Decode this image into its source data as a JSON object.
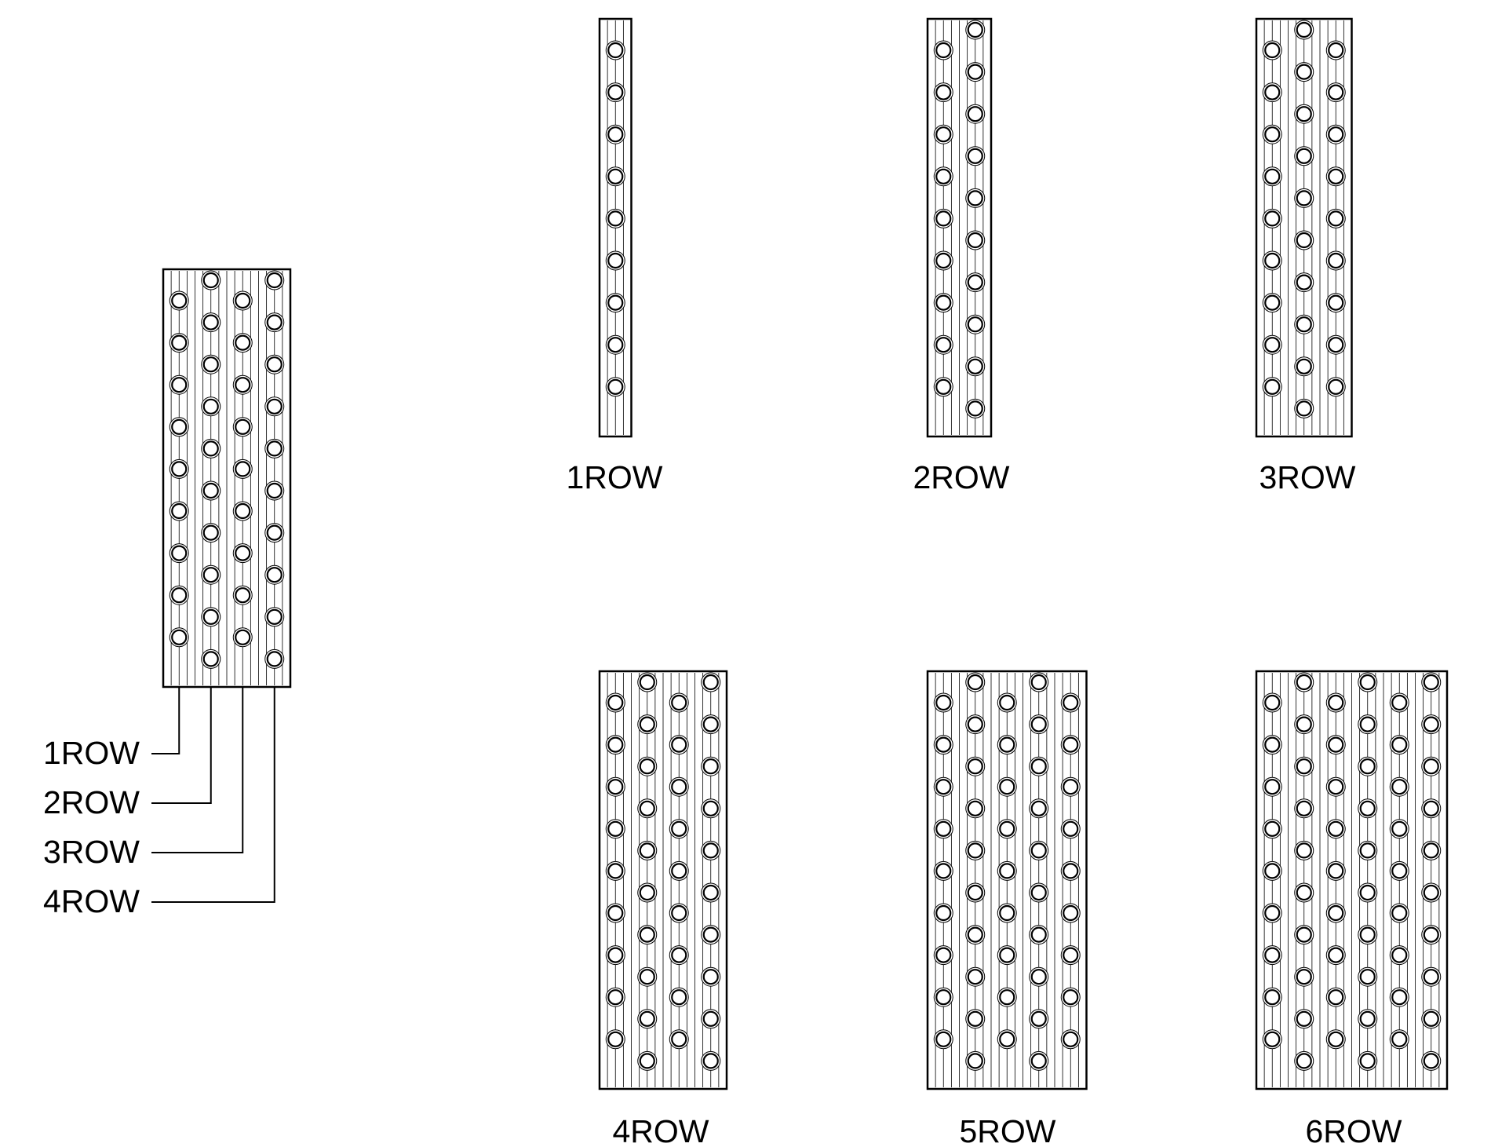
{
  "colors": {
    "stroke": "#000000",
    "background": "#ffffff"
  },
  "callout_labels": [
    "1ROW",
    "2ROW",
    "3ROW",
    "4ROW"
  ],
  "panels": [
    {
      "label": "1ROW",
      "rows": 1
    },
    {
      "label": "2ROW",
      "rows": 2
    },
    {
      "label": "3ROW",
      "rows": 3
    },
    {
      "label": "4ROW",
      "rows": 4
    },
    {
      "label": "5ROW",
      "rows": 5
    },
    {
      "label": "6ROW",
      "rows": 6
    }
  ],
  "reference_coil": {
    "rows": 4
  }
}
